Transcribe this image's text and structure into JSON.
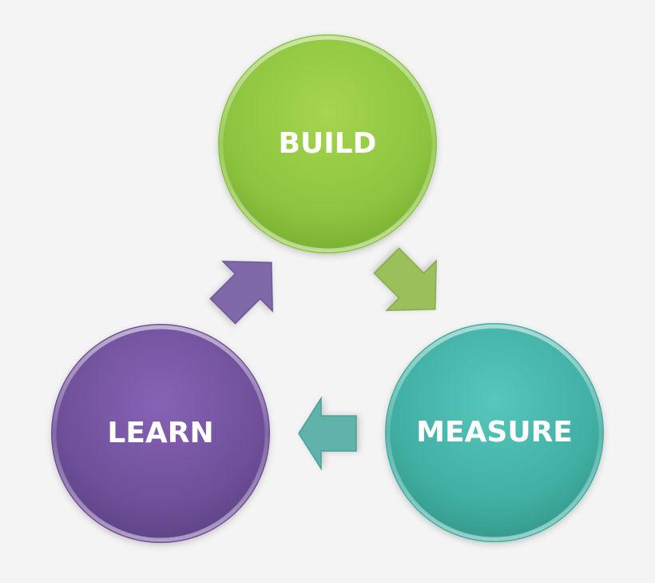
{
  "diagram": {
    "nodes": [
      {
        "id": "build",
        "label": "BUILD",
        "color": "#8cc43f"
      },
      {
        "id": "measure",
        "label": "MEASURE",
        "color": "#40aea2"
      },
      {
        "id": "learn",
        "label": "LEARN",
        "color": "#6e4f98"
      }
    ],
    "edges": [
      {
        "from": "build",
        "to": "measure",
        "color": "#9bbf5a"
      },
      {
        "from": "measure",
        "to": "learn",
        "color": "#5fb3ab"
      },
      {
        "from": "learn",
        "to": "build",
        "color": "#8069a8"
      }
    ]
  }
}
